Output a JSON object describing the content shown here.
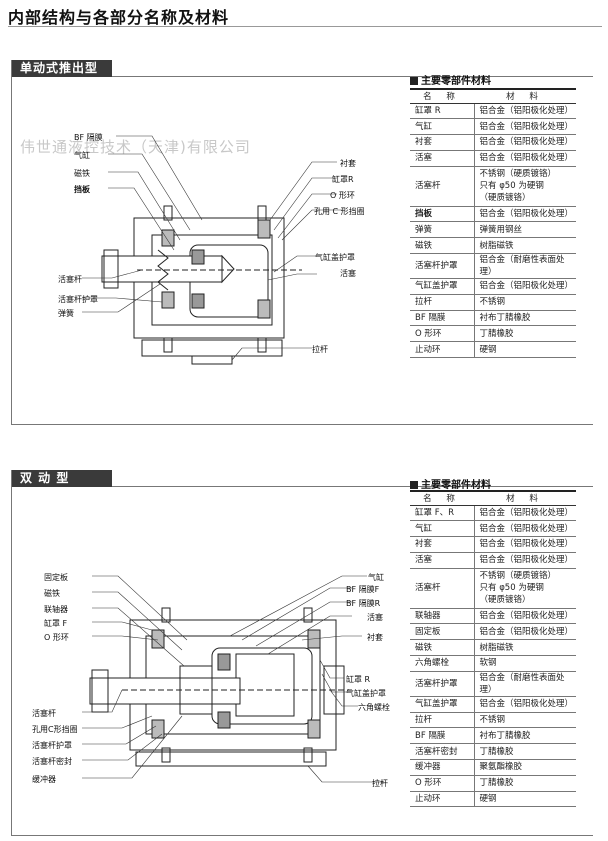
{
  "title": "内部结构与各部分名称及材料",
  "watermark": "伟世通液控技术（天津)有限公司",
  "single": {
    "heading": "单动式推出型",
    "parts_title": "主要零部件材料",
    "col_name": "名 称",
    "col_material": "材 料",
    "rows": [
      {
        "name": "缸罩 R",
        "material": "铝合金（铝阳极化处理）"
      },
      {
        "name": "气缸",
        "material": "铝合金（铝阳极化处理）"
      },
      {
        "name": "衬套",
        "material": "铝合金（铝阳极化处理）"
      },
      {
        "name": "活塞",
        "material": "铝合金（铝阳极化处理）"
      },
      {
        "name": "活塞杆",
        "material": "不锈钢（硬质镀铬）\n只有 φ50 为硬钢\n（硬质镀铬）"
      },
      {
        "name": "挡板",
        "material": "铝合金（铝阳极化处理）"
      },
      {
        "name": "弹簧",
        "material": "弹簧用钢丝"
      },
      {
        "name": "磁铁",
        "material": "树脂磁铁"
      },
      {
        "name": "活塞杆护罩",
        "material": "铝合金（耐磨性表面处理）"
      },
      {
        "name": "气缸盖护罩",
        "material": "铝合金（铝阳极化处理）"
      },
      {
        "name": "拉杆",
        "material": "不锈钢"
      },
      {
        "name": "BF 隔膜",
        "material": "衬布丁腈橡胶"
      },
      {
        "name": "O 形环",
        "material": "丁腈橡胶"
      },
      {
        "name": "止动环",
        "material": "硬钢"
      }
    ],
    "labels": {
      "bf": "BF 隔膜",
      "cyl": "气缸",
      "mag": "磁铁",
      "baffle": "挡板",
      "bush": "衬套",
      "capr": "缸罩R",
      "oring": "O 形环",
      "circlip": "孔用 C 形挡圈",
      "capguard": "气缸盖护罩",
      "piston": "活塞",
      "rod": "活塞杆",
      "rodguard": "活塞杆护罩",
      "spring": "弹簧",
      "tierod": "拉杆"
    }
  },
  "double": {
    "heading": "双 动 型",
    "parts_title": "主要零部件材料",
    "col_name": "名 称",
    "col_material": "材 料",
    "rows": [
      {
        "name": "缸罩 F、R",
        "material": "铝合金（铝阳极化处理）"
      },
      {
        "name": "气缸",
        "material": "铝合金（铝阳极化处理）"
      },
      {
        "name": "衬套",
        "material": "铝合金（铝阳极化处理）"
      },
      {
        "name": "活塞",
        "material": "铝合金（铝阳极化处理）"
      },
      {
        "name": "活塞杆",
        "material": "不锈钢（硬质镀铬）\n只有 φ50 为硬钢\n（硬质镀铬）"
      },
      {
        "name": "联轴器",
        "material": "铝合金（铝阳极化处理）"
      },
      {
        "name": "固定板",
        "material": "铝合金（铝阳极化处理）"
      },
      {
        "name": "磁铁",
        "material": "树脂磁铁"
      },
      {
        "name": "六角螺栓",
        "material": "软钢"
      },
      {
        "name": "活塞杆护罩",
        "material": "铝合金（耐磨性表面处理）"
      },
      {
        "name": "气缸盖护罩",
        "material": "铝合金（铝阳极化处理）"
      },
      {
        "name": "拉杆",
        "material": "不锈钢"
      },
      {
        "name": "BF 隔膜",
        "material": "衬布丁腈橡胶"
      },
      {
        "name": "活塞杆密封",
        "material": "丁腈橡胶"
      },
      {
        "name": "缓冲器",
        "material": "聚氨酯橡胶"
      },
      {
        "name": "O 形环",
        "material": "丁腈橡胶"
      },
      {
        "name": "止动环",
        "material": "硬钢"
      }
    ],
    "labels": {
      "fixplate": "固定板",
      "mag": "磁铁",
      "coupler": "联轴器",
      "capf": "缸罩 F",
      "oring": "O 形环",
      "cyl": "气缸",
      "bff": "BF 隔膜F",
      "bfr": "BF 隔膜R",
      "piston": "活塞",
      "bush": "衬套",
      "capr": "缸罩 R",
      "capguard": "气缸盖护罩",
      "hexbolt": "六角螺栓",
      "rod": "活塞杆",
      "circlip": "孔用C形挡圈",
      "rodguard": "活塞杆护罩",
      "rodseal": "活塞杆密封",
      "buffer": "缓冲器",
      "tierod": "拉杆"
    }
  }
}
